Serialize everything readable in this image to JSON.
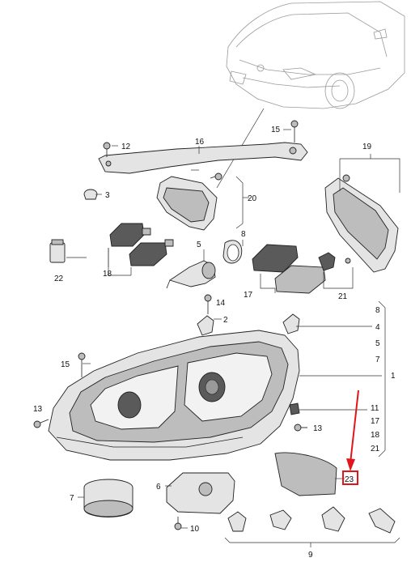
{
  "diagram": {
    "callouts": {
      "c1": "1",
      "c2": "2",
      "c3": "3",
      "c4": "4",
      "c5": "5",
      "c6": "6",
      "c7a": "7",
      "c7b": "7",
      "c8a": "8",
      "c8b": "8",
      "c9": "9",
      "c10": "10",
      "c11": "11",
      "c12": "12",
      "c13a": "13",
      "c13b": "13",
      "c14": "14",
      "c15a": "15",
      "c15b": "15",
      "c16": "16",
      "c17a": "17",
      "c17b": "17",
      "c18a": "18",
      "c18b": "18",
      "c19": "19",
      "c20": "20",
      "c21a": "21",
      "c21b": "21",
      "c22": "22",
      "c23": "23"
    },
    "highlight": {
      "label": "23",
      "color": "#e0161b"
    }
  }
}
